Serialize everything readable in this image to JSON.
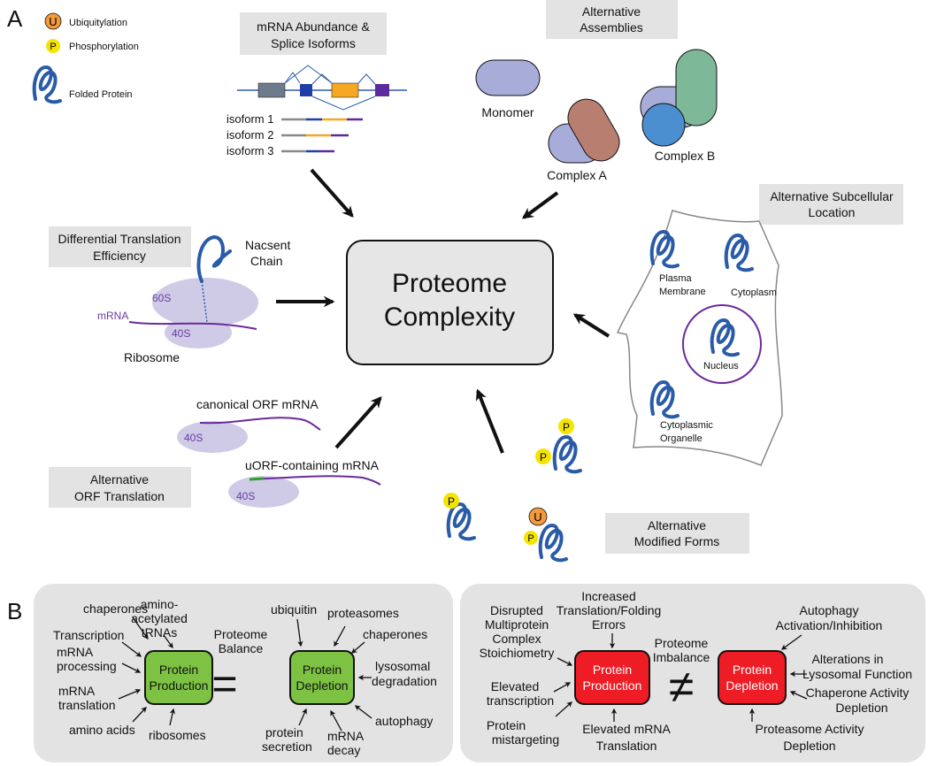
{
  "panel_a": {
    "letter": "A",
    "legend": {
      "ubiquitylation": "Ubiquitylation",
      "ubiquitylation_symbol": "U",
      "phosphorylation": "Phosphorylation",
      "phosphorylation_symbol": "P",
      "folded_protein": "Folded Protein"
    },
    "center": {
      "line1": "Proteome",
      "line2": "Complexity"
    },
    "mrna_box": {
      "line1": "mRNA Abundance &",
      "line2": "Splice Isoforms"
    },
    "isoforms": [
      "isoform 1",
      "isoform 2",
      "isoform 3"
    ],
    "assemblies_box": {
      "line1": "Alternative",
      "line2": "Assemblies"
    },
    "monomer": "Monomer",
    "complex_a": "Complex A",
    "complex_b": "Complex B",
    "translation_box": {
      "line1": "Differential Translation",
      "line2": "Efficiency"
    },
    "nascent": {
      "line1": "Nacsent",
      "line2": "Chain"
    },
    "ribosome": {
      "large": "60S",
      "small": "40S",
      "mrna": "mRNA",
      "label": "Ribosome"
    },
    "subcellular_box": {
      "line1": "Alternative Subcellular",
      "line2": "Location"
    },
    "locations": {
      "plasma1": "Plasma",
      "plasma2": "Membrane",
      "cytoplasm": "Cytoplasm",
      "nucleus": "Nucleus",
      "organelle1": "Cytoplasmic",
      "organelle2": "Organelle"
    },
    "orf": {
      "canonical": "canonical ORF mRNA",
      "uorf": "uORF-containing mRNA",
      "subunit1": "40S",
      "subunit2": "40S"
    },
    "orf_box": {
      "line1": "Alternative",
      "line2": "ORF Translation"
    },
    "modified_box": {
      "line1": "Alternative",
      "line2": "Modified Forms"
    },
    "ptm_symbols": {
      "p": "P",
      "u": "U"
    }
  },
  "panel_b": {
    "letter": "B",
    "balance": {
      "title1": "Proteome",
      "title2": "Balance",
      "production1": "Protein",
      "production2": "Production",
      "depletion1": "Protein",
      "depletion2": "Depletion",
      "relation": "=",
      "prod_inputs": {
        "chaperones": "chaperones",
        "amino1": "amino-",
        "amino2": "acetylated",
        "amino3": "tRNAs",
        "transcription": "Transcription",
        "processing1": "mRNA",
        "processing2": "processing",
        "translation1": "mRNA",
        "translation2": "translation",
        "amino_acids": "amino acids",
        "ribosomes": "ribosomes"
      },
      "depl_inputs": {
        "ubiquitin": "ubiquitin",
        "proteasomes": "proteasomes",
        "chaperones": "chaperones",
        "lysosomal1": "lysosomal",
        "lysosomal2": "degradation",
        "autophagy": "autophagy",
        "secretion1": "protein",
        "secretion2": "secretion",
        "decay1": "mRNA",
        "decay2": "decay"
      }
    },
    "imbalance": {
      "title1": "Proteome",
      "title2": "Imbalance",
      "production1": "Protein",
      "production2": "Production",
      "depletion1": "Protein",
      "depletion2": "Depletion",
      "relation": "≠",
      "prod_inputs": {
        "disrupted1": "Disrupted",
        "disrupted2": "Multiprotein",
        "disrupted3": "Complex",
        "disrupted4": "Stoichiometry",
        "increased1": "Increased",
        "increased2": "Translation/Folding",
        "increased3": "Errors",
        "elevated_tx1": "Elevated",
        "elevated_tx2": "transcription",
        "mistarget1": "Protein",
        "mistarget2": "mistargeting",
        "elevated_mrna1": "Elevated mRNA",
        "elevated_mrna2": "Translation"
      },
      "depl_inputs": {
        "autophagy1": "Autophagy",
        "autophagy2": "Activation/Inhibition",
        "lysosomal1": "Alterations in",
        "lysosomal2": "Lysosomal Function",
        "chaperone1": "Chaperone Activity",
        "chaperone2": "Depletion",
        "proteasome1": "Proteasome Activity",
        "proteasome2": "Depletion"
      }
    }
  },
  "colors": {
    "gray_box": "#e3e3e3",
    "center_box": "#e6e6e6",
    "protein_blue": "#2a5ba8",
    "green": "#7dc242",
    "red": "#ee1c25",
    "purple": "#6a2a9c",
    "ribosome": "#cfcbe6",
    "yellow": "#f5e400",
    "orange": "#f29a3c"
  }
}
